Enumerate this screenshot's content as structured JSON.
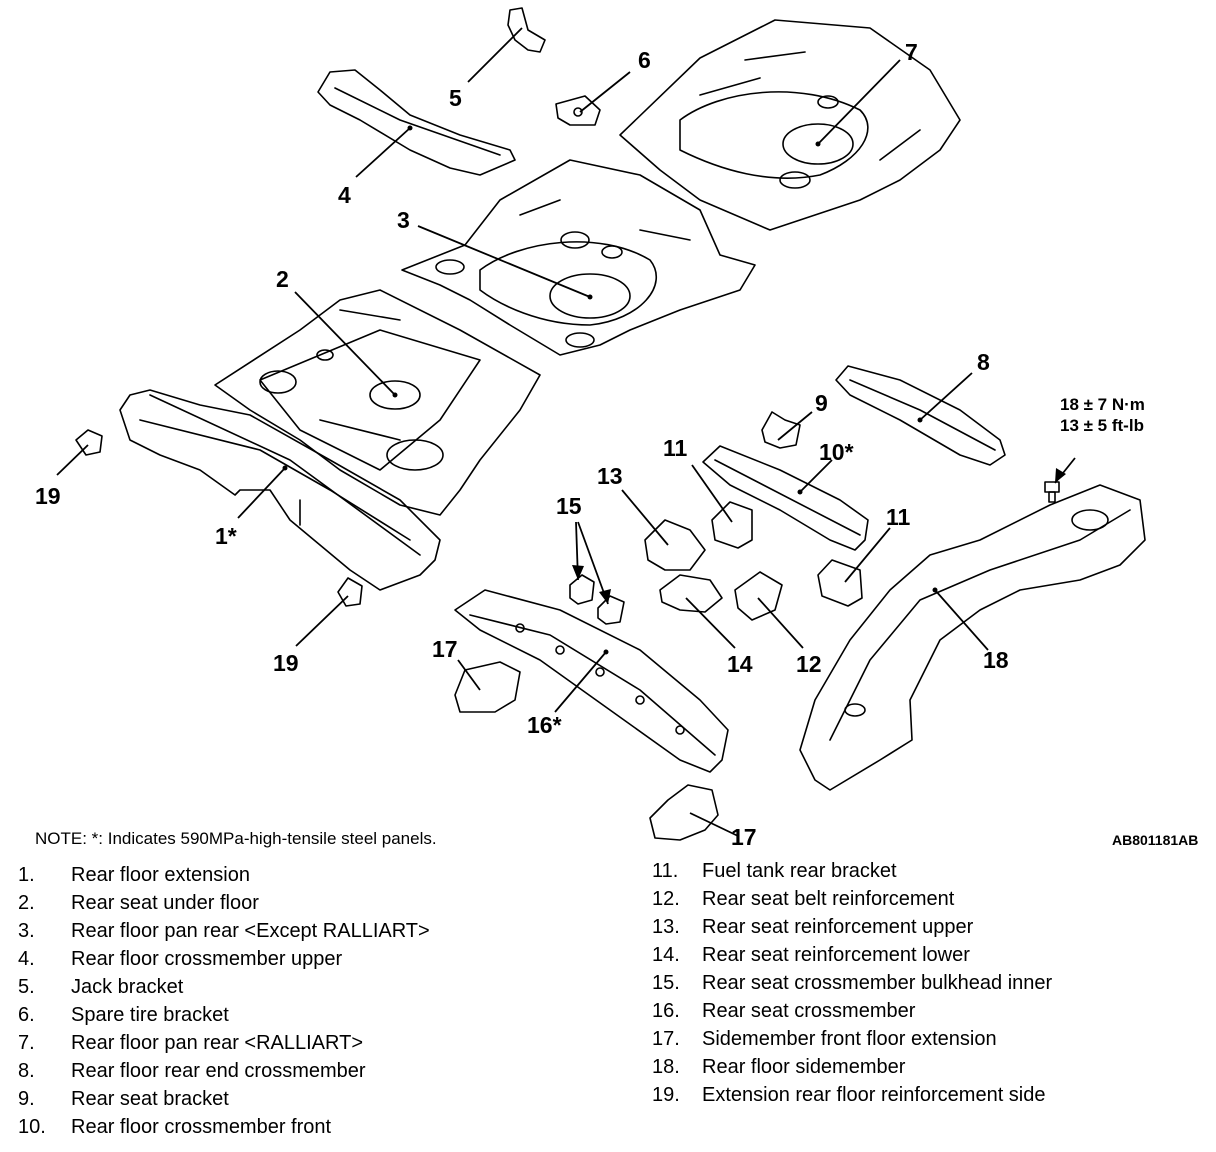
{
  "callouts": [
    {
      "id": "c1",
      "text": "1*"
    },
    {
      "id": "c2",
      "text": "2"
    },
    {
      "id": "c3",
      "text": "3"
    },
    {
      "id": "c4",
      "text": "4"
    },
    {
      "id": "c5",
      "text": "5"
    },
    {
      "id": "c6",
      "text": "6"
    },
    {
      "id": "c7",
      "text": "7"
    },
    {
      "id": "c8",
      "text": "8"
    },
    {
      "id": "c9",
      "text": "9"
    },
    {
      "id": "c10",
      "text": "10*"
    },
    {
      "id": "c11a",
      "text": "11"
    },
    {
      "id": "c11b",
      "text": "11"
    },
    {
      "id": "c12",
      "text": "12"
    },
    {
      "id": "c13",
      "text": "13"
    },
    {
      "id": "c14",
      "text": "14"
    },
    {
      "id": "c15",
      "text": "15"
    },
    {
      "id": "c16",
      "text": "16*"
    },
    {
      "id": "c17a",
      "text": "17"
    },
    {
      "id": "c17b",
      "text": "17"
    },
    {
      "id": "c18",
      "text": "18"
    },
    {
      "id": "c19a",
      "text": "19"
    },
    {
      "id": "c19b",
      "text": "19"
    }
  ],
  "torque": {
    "metric": "18 ± 7 N·m",
    "imperial": "13 ± 5 ft-lb"
  },
  "note": "NOTE: *: Indicates 590MPa-high-tensile steel panels.",
  "figure_code": "AB801181AB",
  "legend_left": [
    {
      "num": "1.",
      "label": "Rear floor extension"
    },
    {
      "num": "2.",
      "label": "Rear seat under floor"
    },
    {
      "num": "3.",
      "label": "Rear floor pan rear <Except RALLIART>"
    },
    {
      "num": "4.",
      "label": "Rear floor crossmember upper"
    },
    {
      "num": "5.",
      "label": "Jack bracket"
    },
    {
      "num": "6.",
      "label": "Spare tire bracket"
    },
    {
      "num": "7.",
      "label": "Rear floor pan rear <RALLIART>"
    },
    {
      "num": "8.",
      "label": "Rear floor rear end crossmember"
    },
    {
      "num": "9.",
      "label": "Rear seat bracket"
    },
    {
      "num": "10.",
      "label": "Rear floor crossmember front"
    }
  ],
  "legend_right": [
    {
      "num": "11.",
      "label": "Fuel tank rear bracket"
    },
    {
      "num": "12.",
      "label": "Rear seat belt reinforcement"
    },
    {
      "num": "13.",
      "label": "Rear seat reinforcement upper"
    },
    {
      "num": "14.",
      "label": "Rear seat reinforcement lower"
    },
    {
      "num": "15.",
      "label": "Rear seat crossmember bulkhead inner"
    },
    {
      "num": "16.",
      "label": "Rear seat crossmember"
    },
    {
      "num": "17.",
      "label": "Sidemember front floor extension"
    },
    {
      "num": "18.",
      "label": "Rear floor sidemember"
    },
    {
      "num": "19.",
      "label": "Extension rear floor reinforcement side"
    }
  ]
}
